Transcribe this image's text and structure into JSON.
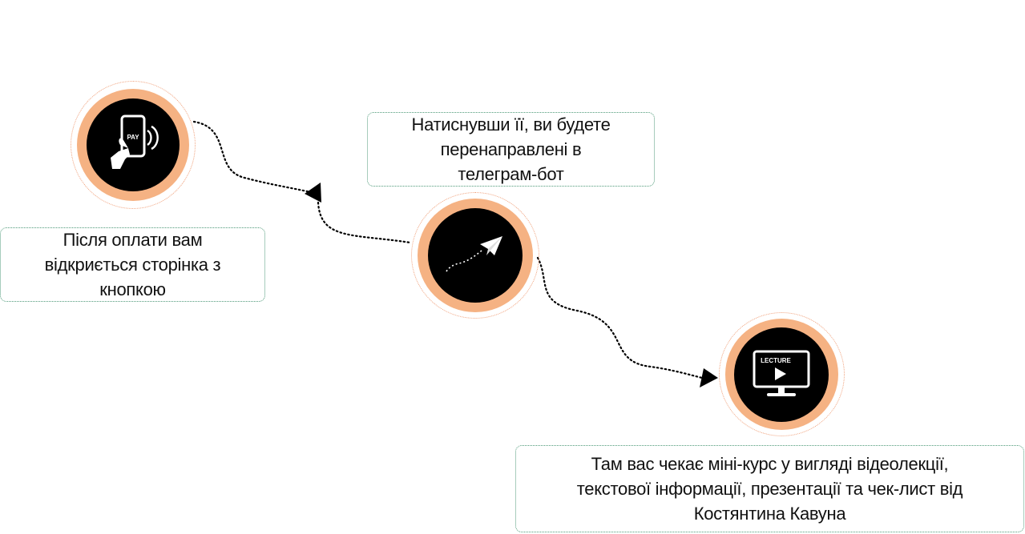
{
  "colors": {
    "ring": "#f5b283",
    "halo": "#f0a07a",
    "core": "#000000",
    "box_border": "#4f9a79",
    "text": "#111111",
    "connector": "#000000"
  },
  "steps": [
    {
      "icon": "pay-phone-icon",
      "icon_label": "PAY",
      "text": "Після оплати вам відкриється сторінка з кнопкою"
    },
    {
      "icon": "paper-plane-icon",
      "text": "Натиснувши її, ви будете перенаправлені в телеграм-бот"
    },
    {
      "icon": "lecture-monitor-icon",
      "icon_label": "LECTURE",
      "text": "Там вас чекає міні-курс у вигляді відеолекції, текстової інформації, презентації та чек-лист від Костянтина Кавуна"
    }
  ]
}
